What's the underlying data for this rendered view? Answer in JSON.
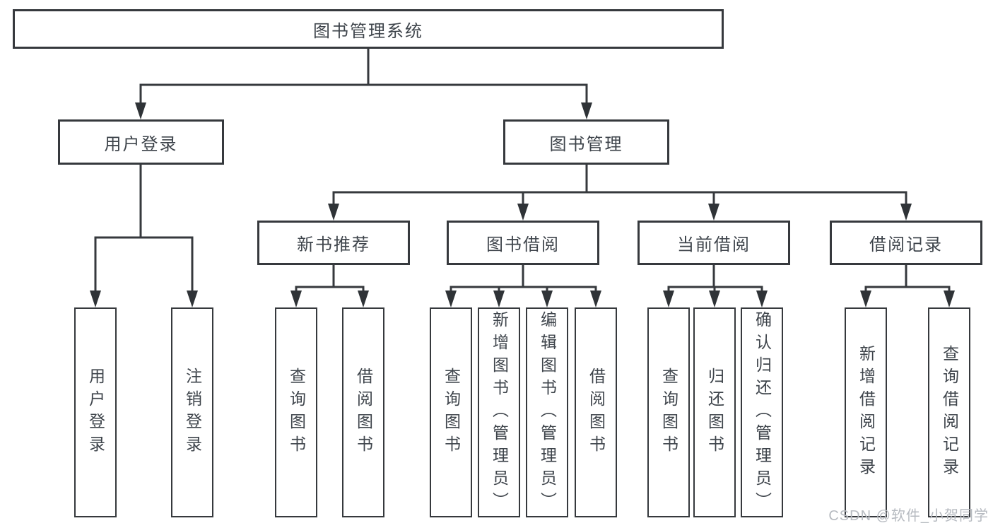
{
  "diagram": {
    "title": "图书管理系统",
    "modules": {
      "user_login": {
        "label": "用户登录",
        "children": [
          {
            "label": "用户登录"
          },
          {
            "label": "注销登录"
          }
        ]
      },
      "book_mgmt": {
        "label": "图书管理",
        "submodules": {
          "new_books": {
            "label": "新书推荐",
            "children": [
              {
                "label": "查询图书"
              },
              {
                "label": "借阅图书"
              }
            ]
          },
          "book_borrow": {
            "label": "图书借阅",
            "children": [
              {
                "label": "查询图书"
              },
              {
                "label": "新增图书（管理员）"
              },
              {
                "label": "编辑图书（管理员）"
              },
              {
                "label": "借阅图书"
              }
            ]
          },
          "current_borrow": {
            "label": "当前借阅",
            "children": [
              {
                "label": "查询图书"
              },
              {
                "label": "归还图书"
              },
              {
                "label": "确认归还（管理员）"
              }
            ]
          },
          "borrow_records": {
            "label": "借阅记录",
            "children": [
              {
                "label": "新增借阅记录"
              },
              {
                "label": "查询借阅记录"
              }
            ]
          }
        }
      }
    },
    "colors": {
      "line": "#36393d",
      "box_border": "#36393d",
      "text": "#3e444b",
      "watermark": "#b6bac0",
      "background": "#ffffff"
    }
  },
  "watermark": {
    "text": "CSDN @软件_小贺同学"
  }
}
